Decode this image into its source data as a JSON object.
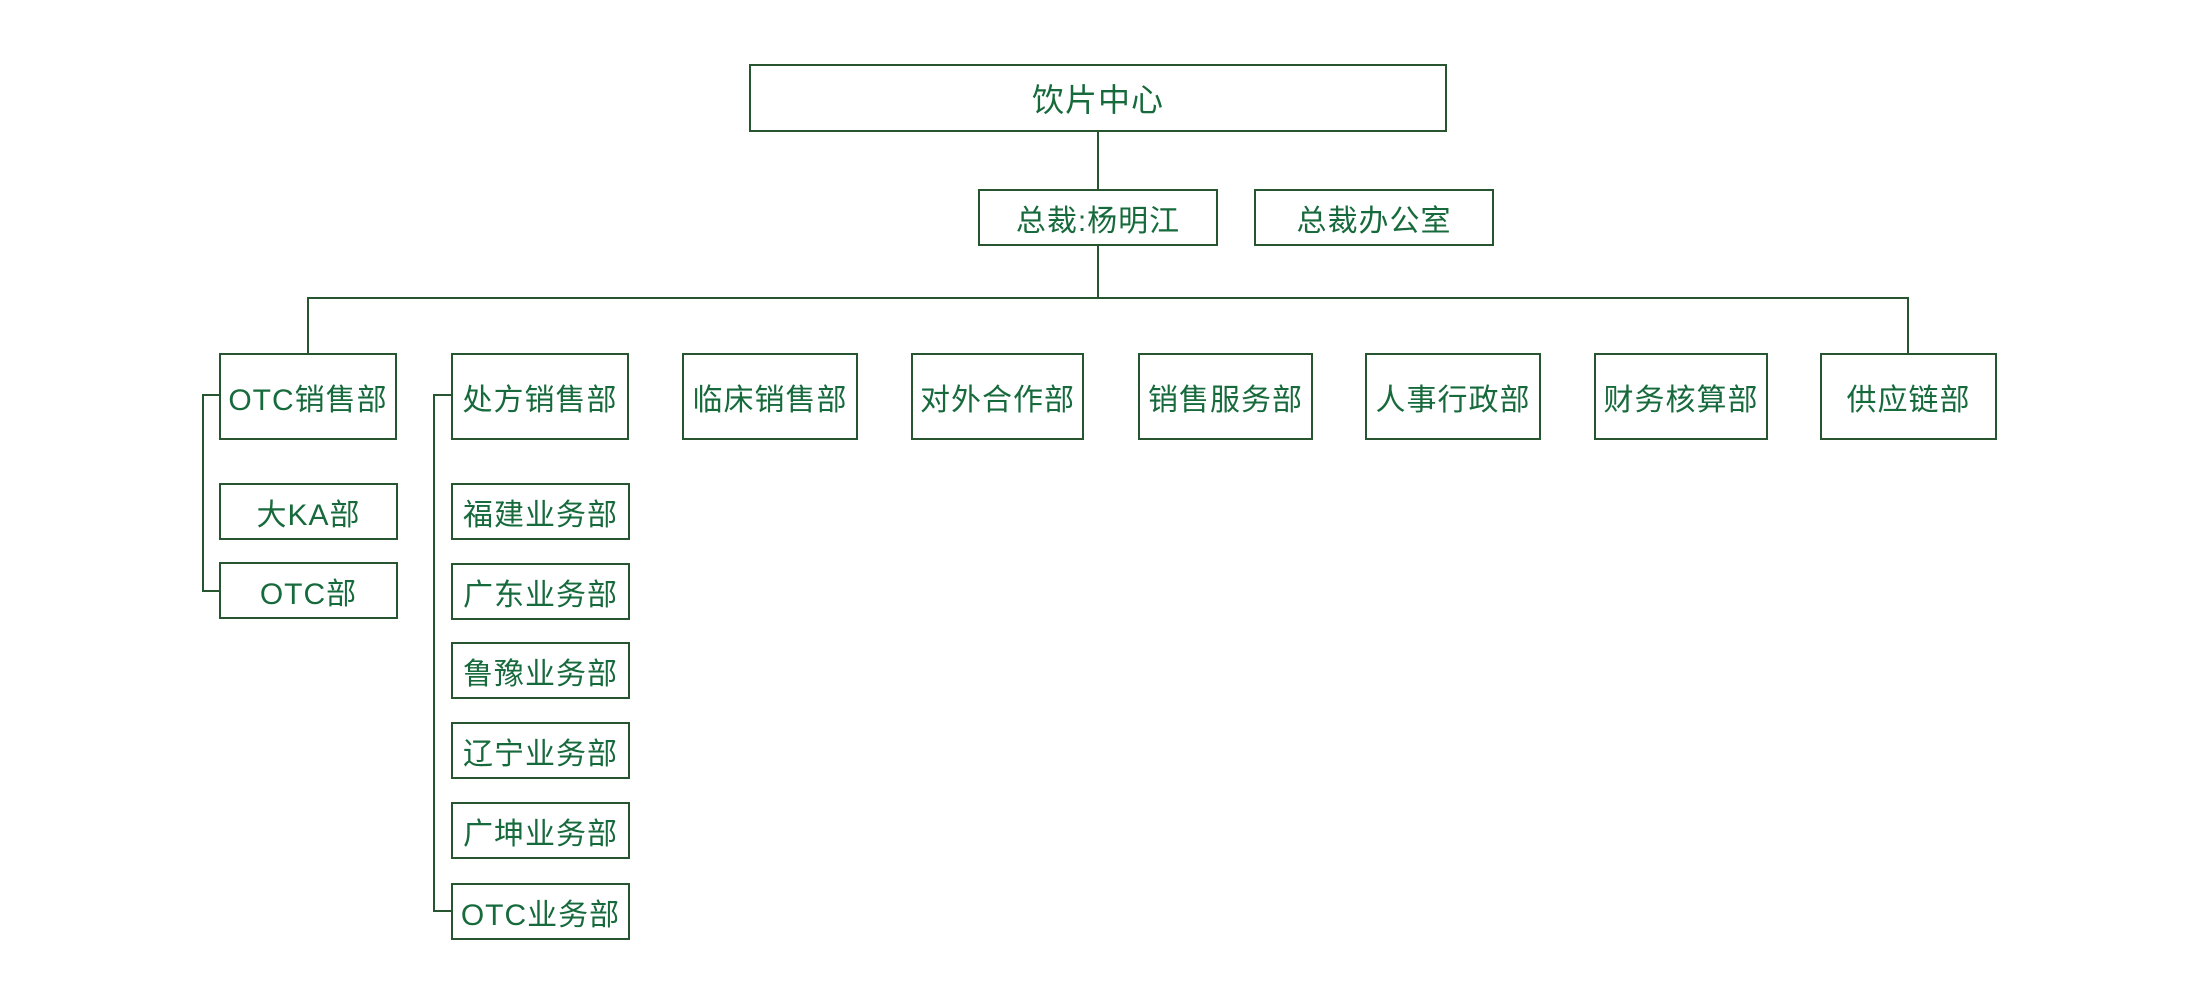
{
  "colors": {
    "line": "#275530",
    "box_border": "#275530",
    "text": "#176a3c",
    "background": "#ffffff"
  },
  "org": {
    "root": {
      "label": "饮片中心"
    },
    "executive": {
      "label": "总裁:杨明江"
    },
    "executive_office": {
      "label": "总裁办公室"
    },
    "departments": [
      {
        "label": "OTC销售部",
        "children": [
          "大KA部",
          "OTC部"
        ]
      },
      {
        "label": "处方销售部",
        "children": [
          "福建业务部",
          "广东业务部",
          "鲁豫业务部",
          "辽宁业务部",
          "广坤业务部",
          "OTC业务部"
        ]
      },
      {
        "label": "临床销售部",
        "children": []
      },
      {
        "label": "对外合作部",
        "children": []
      },
      {
        "label": "销售服务部",
        "children": []
      },
      {
        "label": "人事行政部",
        "children": []
      },
      {
        "label": "财务核算部",
        "children": []
      },
      {
        "label": "供应链部",
        "children": []
      }
    ]
  }
}
